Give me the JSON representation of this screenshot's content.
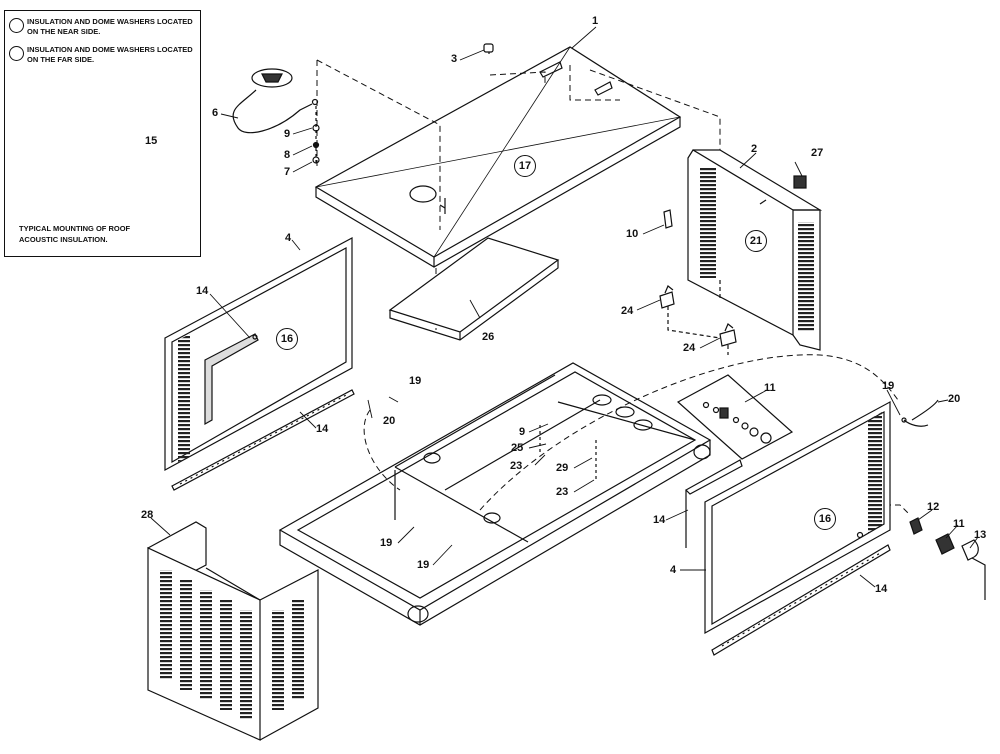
{
  "legend": {
    "near_side": "INSULATION AND DOME WASHERS LOCATED ON THE NEAR SIDE.",
    "far_side": "INSULATION AND DOME WASHERS LOCATED ON THE FAR SIDE.",
    "caption": "TYPICAL MOUNTING OF ROOF ACOUSTIC INSULATION.",
    "detail_callout": "15"
  },
  "callouts": {
    "c1": "1",
    "c2": "2",
    "c3": "3",
    "c4a": "4",
    "c4b": "4",
    "c6": "6",
    "c7": "7",
    "c8": "8",
    "c9a": "9",
    "c9b": "9",
    "c10": "10",
    "c11a": "11",
    "c11b": "11",
    "c12": "12",
    "c13": "13",
    "c14a": "14",
    "c14b": "14",
    "c14c": "14",
    "c14d": "14",
    "c19a": "19",
    "c19b": "19",
    "c19c": "19",
    "c19d": "19",
    "c20a": "20",
    "c20b": "20",
    "c23a": "23",
    "c23b": "23",
    "c24a": "24",
    "c24b": "24",
    "c25": "25",
    "c26": "26",
    "c27": "27",
    "c28": "28",
    "c29": "29"
  },
  "ring_labels": {
    "roof": "17",
    "back": "21",
    "left": "16",
    "right": "16"
  }
}
